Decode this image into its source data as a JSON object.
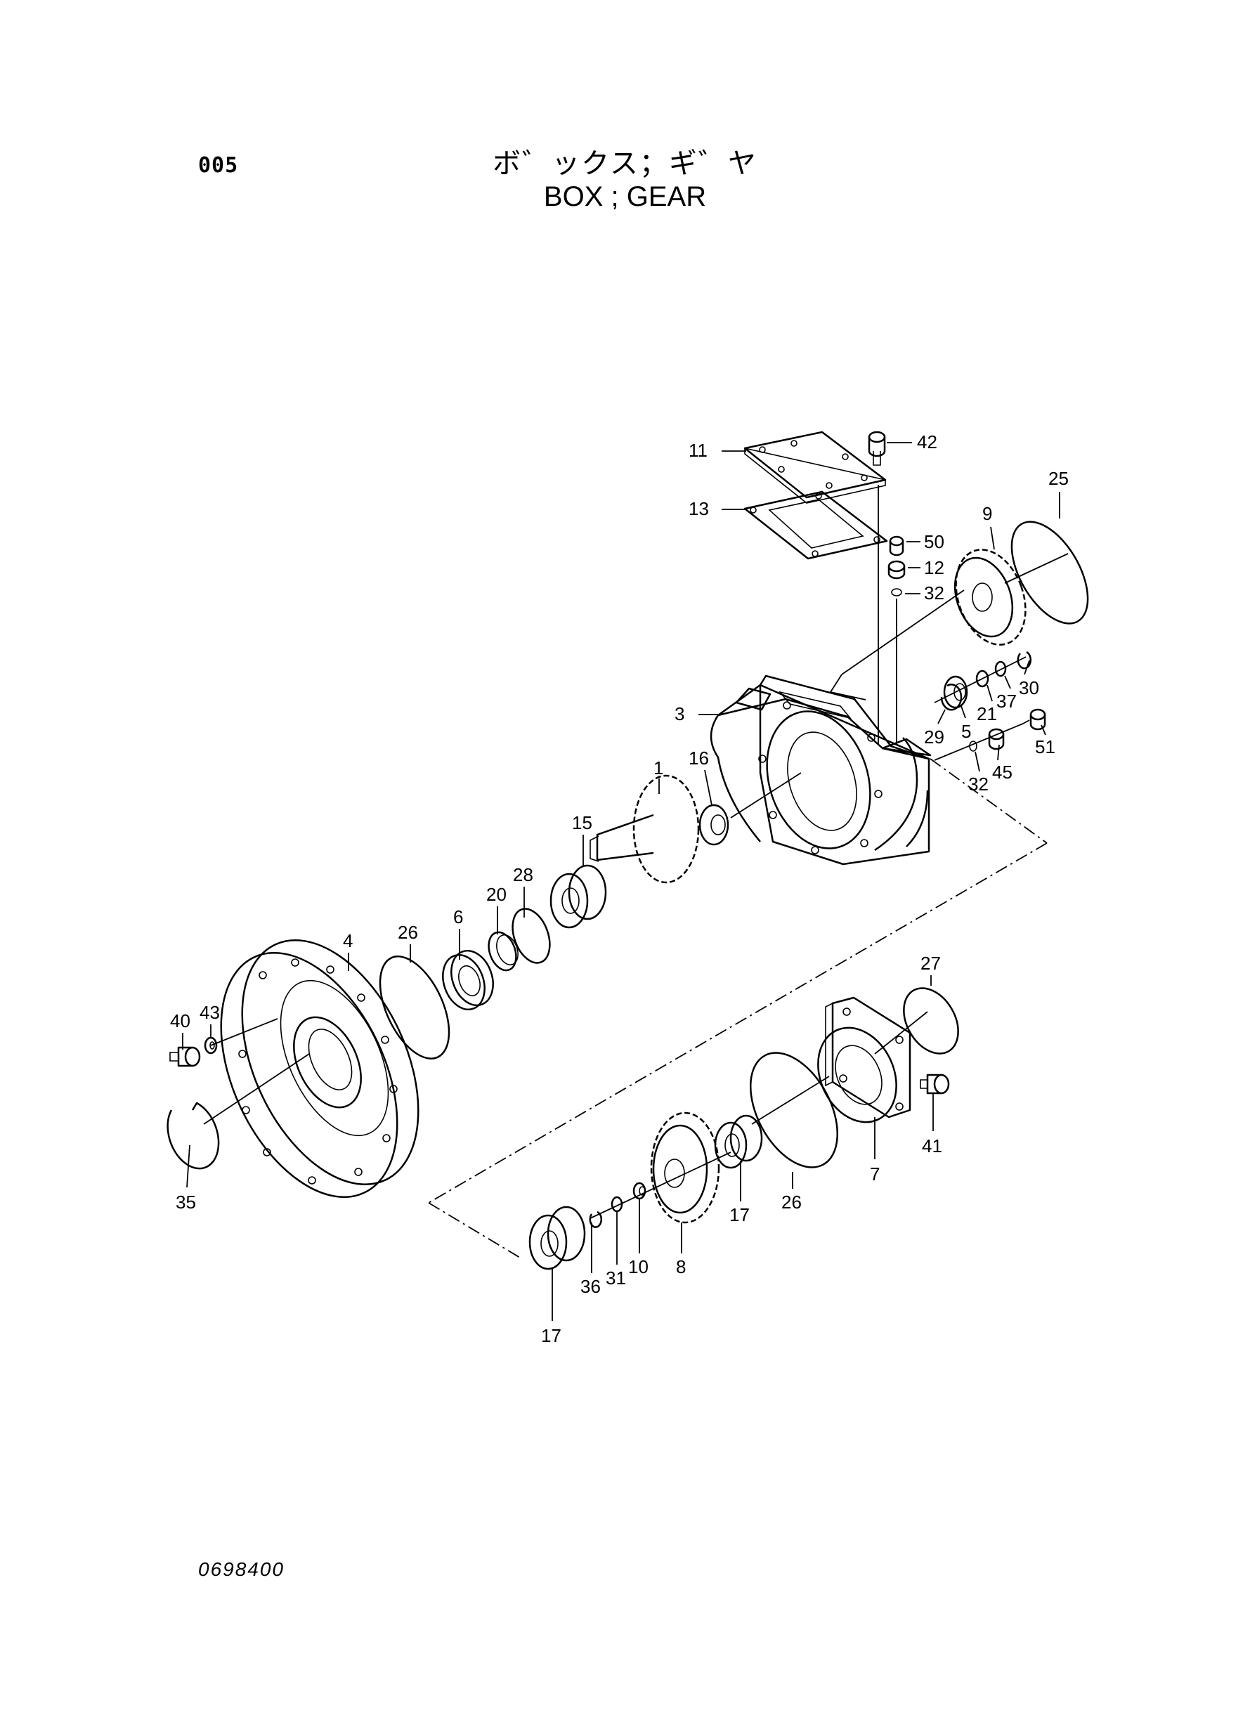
{
  "header": {
    "page_number": "005",
    "title_jp": "ボ゛ックス；ギ゛ヤ",
    "title_en": "BOX ; GEAR"
  },
  "footer": {
    "drawing_code": "0698400"
  },
  "callouts": [
    "11",
    "42",
    "13",
    "25",
    "50",
    "9",
    "12",
    "32",
    "3",
    "30",
    "37",
    "21",
    "29",
    "5",
    "51",
    "16",
    "32",
    "45",
    "1",
    "15",
    "28",
    "20",
    "6",
    "26",
    "4",
    "43",
    "40",
    "27",
    "41",
    "7",
    "26",
    "17",
    "8",
    "10",
    "31",
    "36",
    "17",
    "35"
  ]
}
